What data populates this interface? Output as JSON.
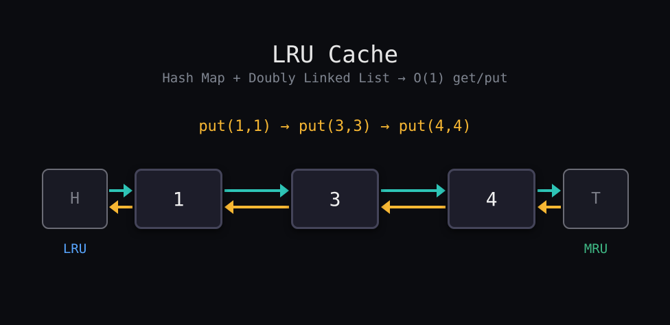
{
  "header": {
    "title": "LRU Cache",
    "subtitle": "Hash Map + Doubly Linked List → O(1) get/put"
  },
  "operation": "put(1,1) → put(3,3) → put(4,4)",
  "list": {
    "head_label": "H",
    "tail_label": "T",
    "nodes": [
      "1",
      "3",
      "4"
    ],
    "lru_label": "LRU",
    "mru_label": "MRU"
  },
  "colors": {
    "next_arrow": "#2ec4b6",
    "prev_arrow": "#f7b733",
    "lru_label": "#58a6ff",
    "mru_label": "#3fb985"
  }
}
